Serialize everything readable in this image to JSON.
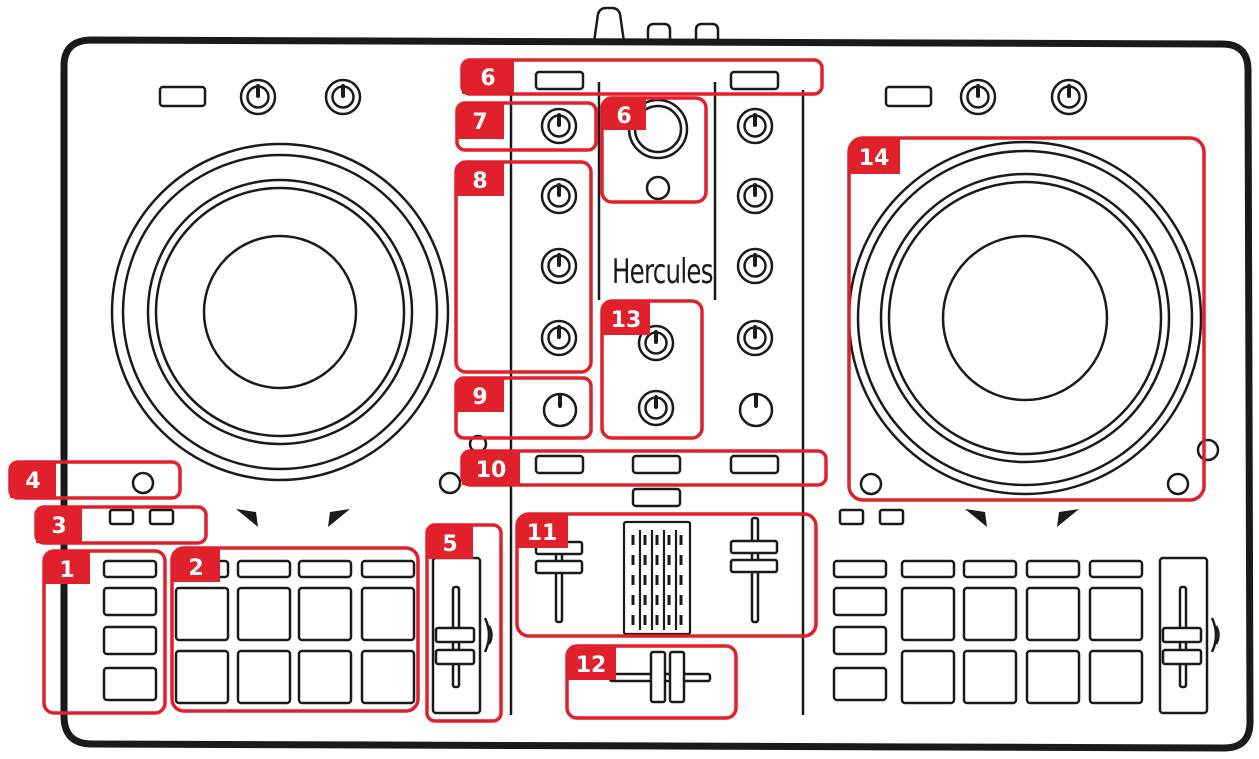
{
  "device": {
    "brand": "Hercules",
    "brand_mark": "’",
    "outline_color": "#1a1a1a",
    "callout_color": "#e0202a"
  },
  "callouts": [
    {
      "id": "1",
      "text": "1"
    },
    {
      "id": "2",
      "text": "2"
    },
    {
      "id": "3",
      "text": "3"
    },
    {
      "id": "4",
      "text": "4"
    },
    {
      "id": "5",
      "text": "5"
    },
    {
      "id": "6a",
      "text": "6"
    },
    {
      "id": "6b",
      "text": "6"
    },
    {
      "id": "7",
      "text": "7"
    },
    {
      "id": "8",
      "text": "8"
    },
    {
      "id": "9",
      "text": "9"
    },
    {
      "id": "10",
      "text": "10"
    },
    {
      "id": "11",
      "text": "11"
    },
    {
      "id": "12",
      "text": "12"
    },
    {
      "id": "13",
      "text": "13"
    },
    {
      "id": "14",
      "text": "14"
    }
  ]
}
